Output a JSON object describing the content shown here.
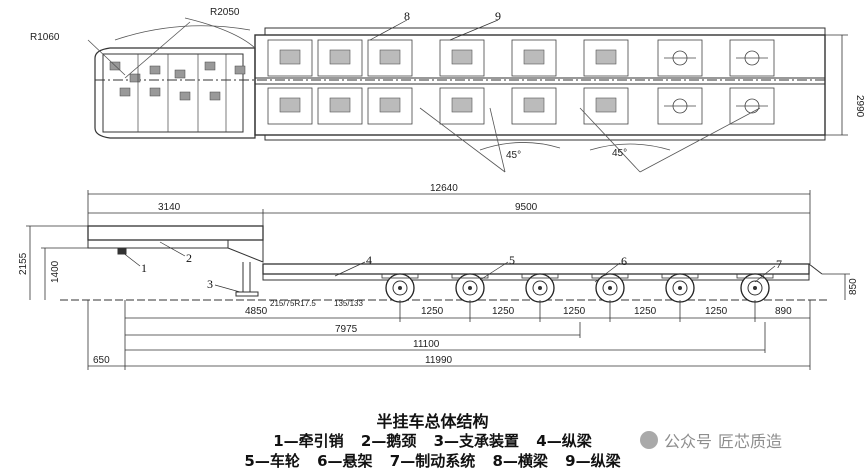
{
  "title": "半挂车总体结构",
  "legend_row1": [
    {
      "num": "1",
      "name": "牵引销"
    },
    {
      "num": "2",
      "name": "鹅颈"
    },
    {
      "num": "3",
      "name": "支承装置"
    },
    {
      "num": "4",
      "name": "纵梁"
    }
  ],
  "legend_row2": [
    {
      "num": "5",
      "name": "车轮"
    },
    {
      "num": "6",
      "name": "悬架"
    },
    {
      "num": "7",
      "name": "制动系统"
    },
    {
      "num": "8",
      "name": "横梁"
    },
    {
      "num": "9",
      "name": "纵梁"
    }
  ],
  "separator": "—",
  "watermark": {
    "prefix": "公众号",
    "name": "匠芯质造"
  },
  "dims": {
    "r1": "R1060",
    "r2": "R2050",
    "width": "2990",
    "angle": "45°",
    "total": "12640",
    "front": "3140",
    "deck": "9500",
    "h_total": "2155",
    "h_king": "1400",
    "h_rear": "850",
    "d4850": "4850",
    "d1250": "1250",
    "d890": "890",
    "d7975": "7975",
    "d11100": "11100",
    "d650": "650",
    "d11990": "11990",
    "tire": "215/75R17.5",
    "tire2": "135/133"
  },
  "callouts": [
    "1",
    "2",
    "3",
    "4",
    "5",
    "6",
    "7",
    "8",
    "9"
  ]
}
